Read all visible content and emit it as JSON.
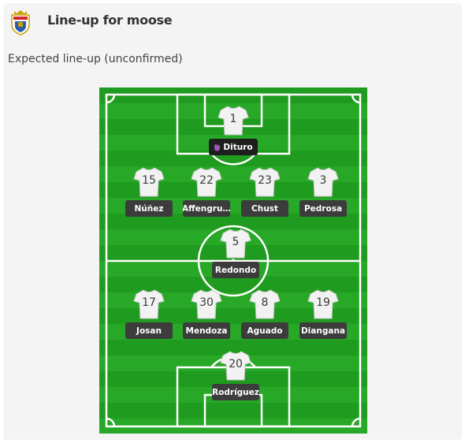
{
  "header": {
    "title": "Line-up for moose",
    "subtitle": "Expected line-up (unconfirmed)",
    "crest_icon": "club-crest-icon"
  },
  "colors": {
    "pitch_dark": "#1f9b1f",
    "pitch_light": "#27a827",
    "name_box": "#3c3c3c",
    "goalkeeper_badge": "#8e44ad",
    "shirt": "#f2f2f2"
  },
  "lineup": {
    "goalkeeper": {
      "number": "1",
      "name": "Dituro"
    },
    "defenders": [
      {
        "number": "15",
        "name": "Núñez"
      },
      {
        "number": "22",
        "name": "Affengru…"
      },
      {
        "number": "23",
        "name": "Chust"
      },
      {
        "number": "3",
        "name": "Pedrosa"
      }
    ],
    "midfield_center": {
      "number": "5",
      "name": "Redondo"
    },
    "midfielders": [
      {
        "number": "17",
        "name": "Josan"
      },
      {
        "number": "30",
        "name": "Mendoza"
      },
      {
        "number": "8",
        "name": "Aguado"
      },
      {
        "number": "19",
        "name": "Diangana"
      }
    ],
    "forward": {
      "number": "20",
      "name": "Rodríguez"
    }
  }
}
